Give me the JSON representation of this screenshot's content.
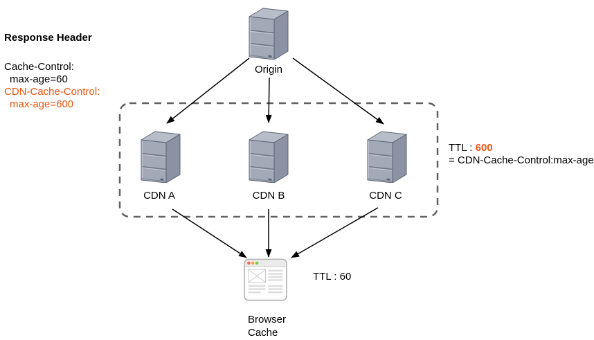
{
  "colors": {
    "accent_orange": "#e8530e",
    "arrow_black": "#000000",
    "zone_border_gray": "#616161",
    "server_front": "#a2a9b7",
    "server_side": "#8a92a3",
    "server_top": "#b7bdc9"
  },
  "response_header": {
    "title": "Response Header",
    "lines": [
      {
        "text": "Cache-Control:",
        "color": "black"
      },
      {
        "text": "max-age=60",
        "color": "black"
      },
      {
        "text": "CDN-Cache-Control:",
        "color": "orange"
      },
      {
        "text": "max-age=600",
        "color": "orange"
      }
    ]
  },
  "nodes": {
    "origin": {
      "label": "Origin",
      "icon": "server-icon"
    },
    "cdn_a": {
      "label": "CDN A",
      "icon": "server-icon"
    },
    "cdn_b": {
      "label": "CDN B",
      "icon": "server-icon"
    },
    "cdn_c": {
      "label": "CDN C",
      "icon": "server-icon"
    },
    "browser": {
      "label_line1": "Browser",
      "label_line2": "Cache",
      "icon": "browser-window-icon"
    }
  },
  "annotations": {
    "cdn_ttl": {
      "prefix": "TTL : ",
      "value": "600",
      "line2": "= CDN-Cache-Control:max-age"
    },
    "browser_ttl": "TTL : 60"
  }
}
